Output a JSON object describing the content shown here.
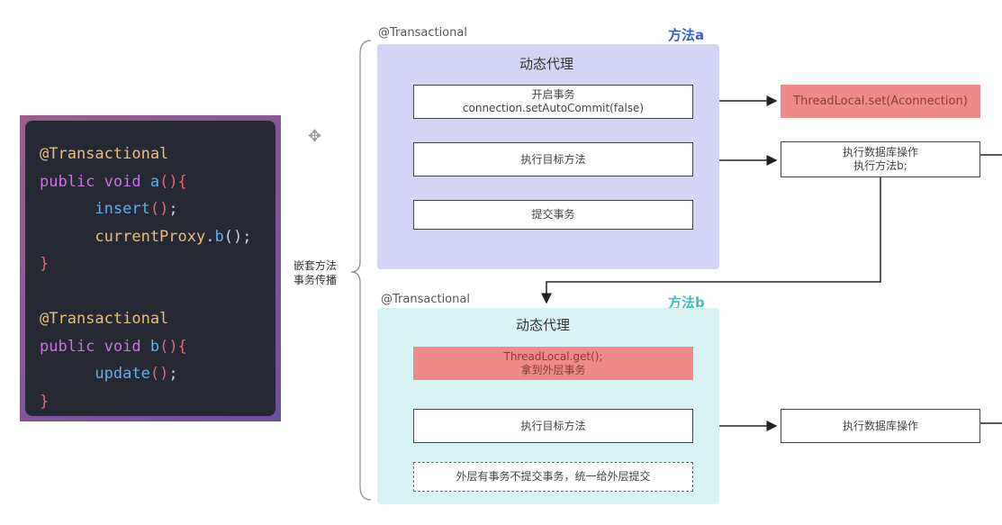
{
  "code": {
    "lines": [
      [
        {
          "t": "@Transactional",
          "c": "ann"
        }
      ],
      [
        {
          "t": "public void ",
          "c": "kw"
        },
        {
          "t": "a",
          "c": "fn"
        },
        {
          "t": "(){",
          "c": "br"
        }
      ],
      [
        {
          "t": "      insert",
          "c": "fn"
        },
        {
          "t": "()",
          "c": "br"
        },
        {
          "t": ";",
          "c": "w"
        }
      ],
      [
        {
          "t": "      currentProxy",
          "c": "y"
        },
        {
          "t": ".",
          "c": "w"
        },
        {
          "t": "b",
          "c": "fn"
        },
        {
          "t": "();",
          "c": "w"
        }
      ],
      [
        {
          "t": "}",
          "c": "br"
        }
      ],
      [
        {
          "t": "",
          "c": "w"
        }
      ],
      [
        {
          "t": "@Transactional",
          "c": "ann"
        }
      ],
      [
        {
          "t": "public void ",
          "c": "kw"
        },
        {
          "t": "b",
          "c": "fn"
        },
        {
          "t": "(){",
          "c": "br"
        }
      ],
      [
        {
          "t": "      update",
          "c": "fn"
        },
        {
          "t": "()",
          "c": "br"
        },
        {
          "t": ";",
          "c": "w"
        }
      ],
      [
        {
          "t": "}",
          "c": "br"
        }
      ]
    ]
  },
  "bracket_label_1": "嵌套方法",
  "bracket_label_2": "事务传播",
  "colors": {
    "panel_a": "#d4d4f7",
    "panel_b": "#d8f3f3",
    "method_a": "#3a5fc8",
    "method_b": "#3cc0c0",
    "red_box": "#f08a8a"
  },
  "panel_a": {
    "annotation": "@Transactional",
    "method": "方法a",
    "title": "动态代理",
    "step1_line1": "开启事务",
    "step1_line2": "connection.setAutoCommit(false)",
    "step2": "执行目标方法",
    "step3": "提交事务"
  },
  "panel_b": {
    "annotation": "@Transactional",
    "method": "方法b",
    "title": "动态代理",
    "step1_line1": "ThreadLocal.get();",
    "step1_line2": "拿到外层事务",
    "step2": "执行目标方法",
    "step3": "外层有事务不提交事务，统一给外层提交"
  },
  "right": {
    "threadlocal_set": "ThreadLocal.set(Aconnection)",
    "db_op_a_line1": "执行数据库操作",
    "db_op_a_line2": "执行方法b;",
    "db_op_b": "执行数据库操作"
  }
}
